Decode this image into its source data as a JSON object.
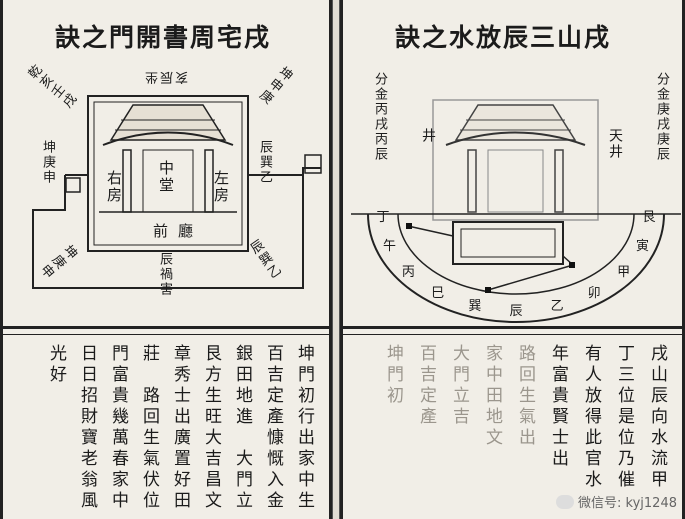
{
  "left": {
    "title": "訣之門開書周宅戌",
    "center_hall": "中堂",
    "right_room": "右房",
    "left_room": "左房",
    "front_hall": "前廳",
    "outer_labels": {
      "top_left": "乾亥壬戌",
      "top_mid": "亥辰坐",
      "top_right": "坤申庚",
      "left_side": "坤庚申",
      "right_side": "辰巽乙",
      "lower_right": "辰巽乙",
      "lower_left": "坤庚申",
      "bottom_center": "辰禍害"
    },
    "text_columns": [
      "坤門初行出家中生",
      "百吉定產慷慨入金",
      "銀田地進　大門立",
      "艮方生旺大吉昌文",
      "章秀士出廣置好田",
      "莊　路回生氣伏位",
      "門富貴幾萬春家中",
      "日日招財寶老翁風",
      "光好"
    ]
  },
  "right": {
    "title": "訣之水放辰三山戌",
    "left_label_1": "分金丙戌丙辰",
    "right_label_1": "分金庚戌庚辰",
    "well_label": "井",
    "tian_label": "天井",
    "ring_chars": [
      "丁",
      "午",
      "丙",
      "巳",
      "巽",
      "辰",
      "乙",
      "卯",
      "甲",
      "寅",
      "艮"
    ],
    "text_columns": [
      "戌山辰向水流甲",
      "丁三位是位乃催",
      "有人放得此官水",
      "年富貴賢士出",
      "路回生氣出",
      "家中田地文",
      "大門立吉",
      "百吉定產",
      "坤門初"
    ]
  },
  "watermark": "微信号: kyj1248"
}
